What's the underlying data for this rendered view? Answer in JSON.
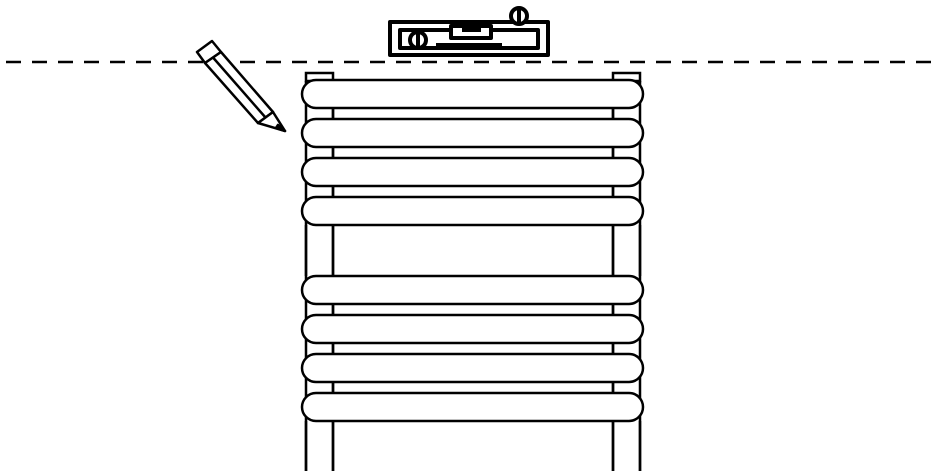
{
  "diagram": {
    "stroke_color": "#000000",
    "fill_color": "#ffffff",
    "illustration": "towel-radiator-installation-marking",
    "elements": {
      "level_line": "dashed-horizontal-line",
      "spirit_level": "spirit-level-icon",
      "pencil": "pencil-icon",
      "radiator": "towel-radiator",
      "rail_count": 8
    }
  }
}
